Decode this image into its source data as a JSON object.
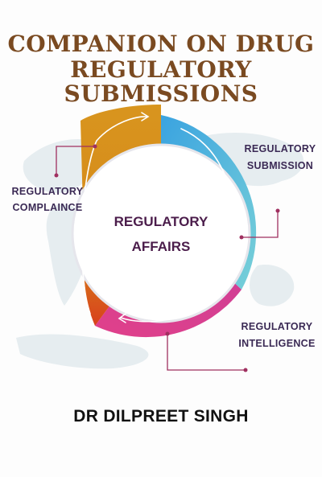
{
  "cover": {
    "title_lines": [
      "COMPANION ON DRUG",
      "REGULATORY",
      "SUBMISSIONS"
    ],
    "center_label_lines": [
      "REGULATORY",
      "AFFAIRS"
    ],
    "segments": [
      {
        "label_lines": [
          "REGULATORY",
          "COMPLAINCE"
        ],
        "color": "#d88a1a"
      },
      {
        "label_lines": [
          "REGULATORY",
          "SUBMISSION"
        ],
        "color": "#5bc3d6"
      },
      {
        "label_lines": [
          "REGULATORY",
          "INTELLIGENCE"
        ],
        "color": "#d63a8a"
      }
    ],
    "author": "DR DILPREET SINGH"
  },
  "colors": {
    "title": "#7a4a21",
    "label": "#3b2a55",
    "center": "#4b1d4b",
    "connector": "#a03060",
    "map": "#e8eef0"
  }
}
